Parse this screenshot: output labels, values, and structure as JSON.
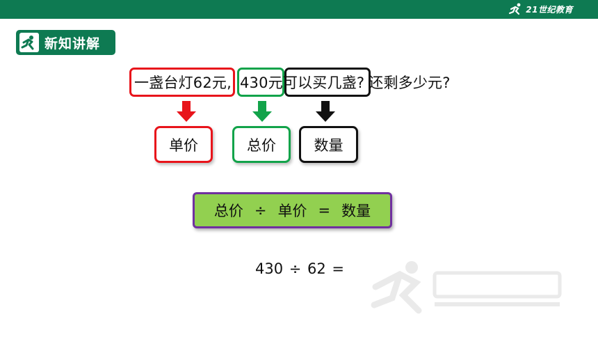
{
  "header": {
    "brand": "21世纪教育",
    "bar_color": "#0e7a52"
  },
  "section_badge": {
    "label": "新知讲解",
    "icon": "runner-icon"
  },
  "question": {
    "part_unit_price": "一盏台灯62元,",
    "part_total": "430元",
    "part_quantity": "可以买几盏?",
    "part_remainder": "还剩多少元?"
  },
  "terms": {
    "unit_price": "单价",
    "total_price": "总价",
    "quantity": "数量"
  },
  "formula": {
    "left": "总价",
    "op_divide": "÷",
    "middle": "单价",
    "op_equals": "=",
    "right": "数量"
  },
  "calculation": "430 ÷ 62 =",
  "colors": {
    "unit_price": "#e8141b",
    "total_price": "#12a34a",
    "quantity": "#111111",
    "formula_fill": "#92d050",
    "formula_border": "#7030a0"
  }
}
